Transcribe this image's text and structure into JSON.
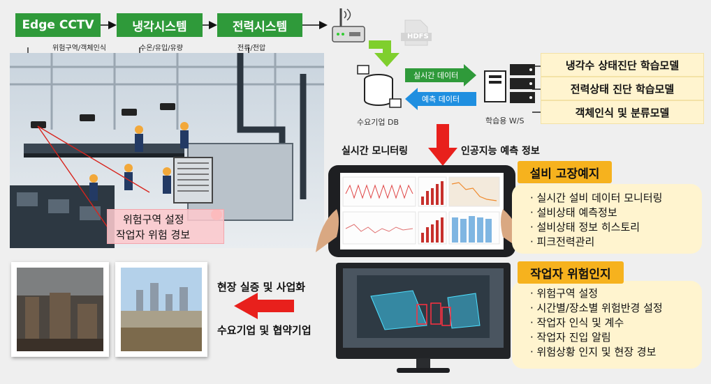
{
  "top_boxes": [
    {
      "label": "Edge CCTV",
      "sub": "위험구역/객체인식"
    },
    {
      "label": "냉각시스템",
      "sub": "수온/유입/유량"
    },
    {
      "label": "전력시스템",
      "sub": "전류/전압"
    }
  ],
  "hdfs_label": "HDFS",
  "flow": {
    "realtime_data": "실시간 데이터",
    "predict_data": "예측 데이터",
    "db_label": "수요기업 DB",
    "ws_label": "학습용 W/S"
  },
  "models": [
    "냉각수 상태진단 학습모델",
    "전력상태 진단 학습모델",
    "객체인식 및 분류모델"
  ],
  "monitor_labels": {
    "left": "실시간 모니터링",
    "right": "인공지능 예측 정보"
  },
  "warning": {
    "line1": "위험구역 설정",
    "line2": "작업자 위험 경보"
  },
  "equipment": {
    "title": "설비 고장예지",
    "items": [
      "· 실시간 설비 데이터 모니터링",
      "· 설비상태 예측정보",
      "· 설비상태 정보 히스토리",
      "· 피크전력관리"
    ]
  },
  "worker": {
    "title": "작업자 위험인지",
    "items": [
      "· 위험구역 설정",
      "· 시간별/장소별 위험반경 설정",
      "· 작업자 인식 및 계수",
      "· 작업자 진입 알림",
      "· 위험상황 인지 및 현장 경보"
    ]
  },
  "deploy": {
    "line1": "현장 실증 및 사업화",
    "line2": "수요기업 및 협약기업"
  },
  "colors": {
    "green": "#2f9a3a",
    "red": "#e8201c",
    "blue": "#1f8fe0",
    "orange": "#f6b21e",
    "cream": "#fff4cf"
  }
}
